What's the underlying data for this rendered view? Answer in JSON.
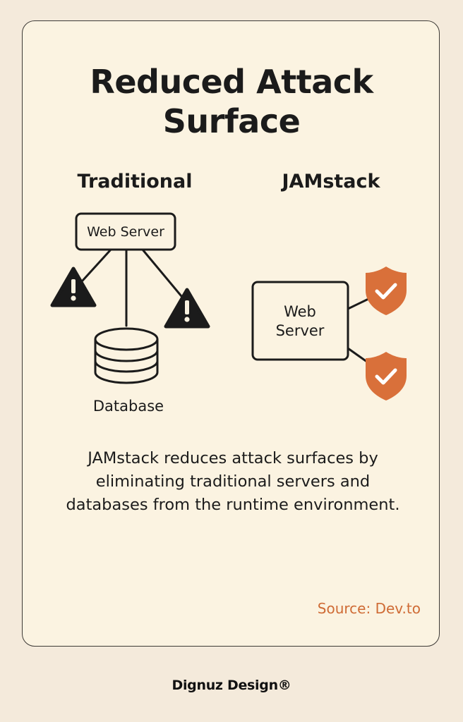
{
  "title": {
    "line1": "Reduced Attack",
    "line2": "Surface"
  },
  "traditional": {
    "heading": "Traditional",
    "server_label": "Web Server",
    "database_label": "Database",
    "warning_icon": "warning-triangle-icon"
  },
  "jamstack": {
    "heading": "JAMstack",
    "server_label_line1": "Web",
    "server_label_line2": "Server",
    "shield_icon": "shield-check-icon"
  },
  "description": {
    "line1": "JAMstack reduces attack surfaces by",
    "line2": "eliminating traditional servers and",
    "line3": "databases from the runtime environment."
  },
  "source": "Source: Dev.to",
  "brand": "Dignuz Design®",
  "colors": {
    "background": "#f4eadb",
    "card": "#fbf3e1",
    "ink": "#1b1b1b",
    "accent": "#cf6b35",
    "shield": "#d9703a"
  }
}
